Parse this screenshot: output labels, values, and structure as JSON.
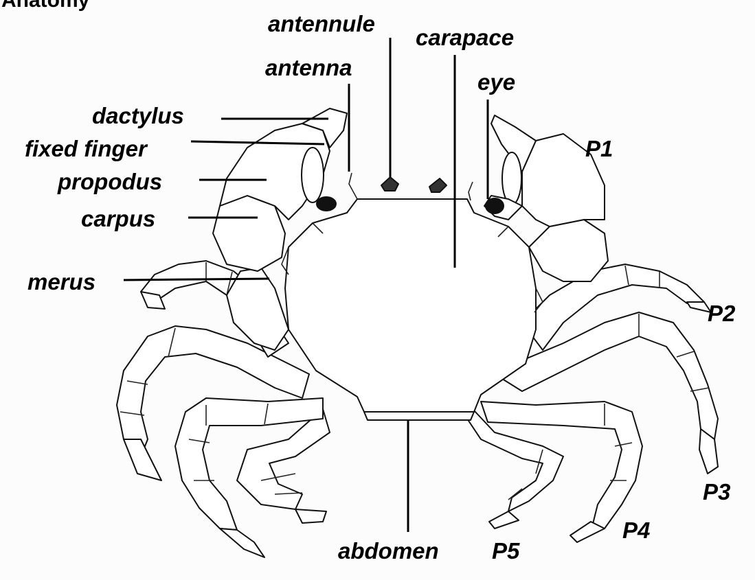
{
  "title": "Anatomy",
  "labels": {
    "antennule": "antennule",
    "carapace": "carapace",
    "antenna": "antenna",
    "eye": "eye",
    "dactylus": "dactylus",
    "fixed_finger": "fixed finger",
    "propodus": "propodus",
    "carpus": "carpus",
    "merus": "merus",
    "abdomen": "abdomen",
    "p1": "P1",
    "p2": "P2",
    "p3": "P3",
    "p4": "P4",
    "p5": "P5"
  }
}
